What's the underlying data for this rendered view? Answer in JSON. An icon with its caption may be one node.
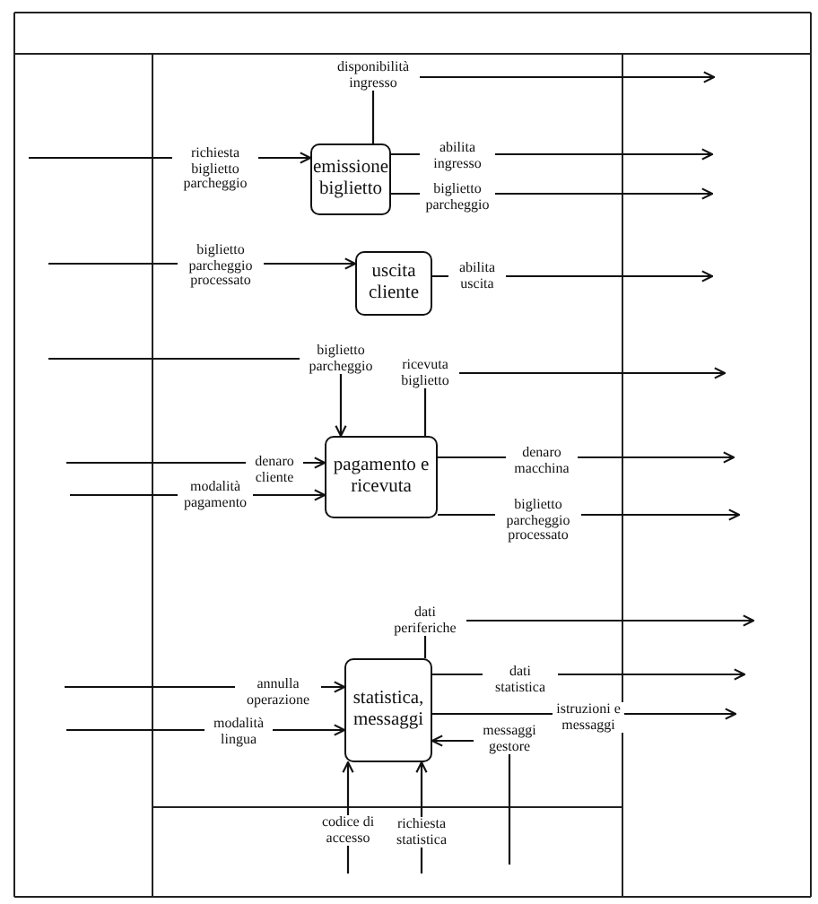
{
  "diagram": {
    "nodes": [
      {
        "text": [
          "emissione biglietto"
        ]
      },
      {
        "text": [
          "uscita cliente"
        ]
      },
      {
        "text": [
          "pagamento e ricevuta"
        ]
      },
      {
        "text": [
          "statistica, messaggi"
        ]
      }
    ],
    "edges": [
      {
        "from": null,
        "to": 0,
        "arrow": "to",
        "label": "richiesta biglietto parcheggio"
      },
      {
        "from": 0,
        "to": null,
        "arrow": "to",
        "label": "disponibilità ingresso"
      },
      {
        "from": 0,
        "to": null,
        "arrow": "to",
        "label": "abilita ingresso"
      },
      {
        "from": 0,
        "to": null,
        "arrow": "to",
        "label": "biglietto parcheggio"
      },
      {
        "from": null,
        "to": 1,
        "arrow": "to",
        "label": "biglietto parcheggio processato"
      },
      {
        "from": 1,
        "to": null,
        "arrow": "to",
        "label": "abilita uscita"
      },
      {
        "from": null,
        "to": 2,
        "arrow": "to",
        "label": "biglietto parcheggio"
      },
      {
        "from": 2,
        "to": null,
        "arrow": "to",
        "label": "ricevuta biglietto"
      },
      {
        "from": null,
        "to": 2,
        "arrow": "to",
        "label": "denaro cliente"
      },
      {
        "from": null,
        "to": 2,
        "arrow": "to",
        "label": "modalità pagamento"
      },
      {
        "from": 2,
        "to": null,
        "arrow": "to",
        "label": "denaro macchina"
      },
      {
        "from": 2,
        "to": null,
        "arrow": "to",
        "label": "biglietto parcheggio processato"
      },
      {
        "from": 3,
        "to": null,
        "arrow": "to",
        "label": "dati periferiche"
      },
      {
        "from": null,
        "to": 3,
        "arrow": "to",
        "label": "annulla operazione"
      },
      {
        "from": null,
        "to": 3,
        "arrow": "to",
        "label": "modalità lingua"
      },
      {
        "from": 3,
        "to": null,
        "arrow": "to",
        "label": "dati statistica"
      },
      {
        "from": 3,
        "to": null,
        "arrow": "to",
        "label": "istruzioni e messaggi"
      },
      {
        "from": null,
        "to": 3,
        "arrow": "to",
        "label": "messaggi gestore"
      },
      {
        "from": null,
        "to": 3,
        "arrow": "to",
        "label": "codice di accesso"
      },
      {
        "from": null,
        "to": 3,
        "arrow": "to",
        "label": "richiesta statistica"
      }
    ]
  }
}
